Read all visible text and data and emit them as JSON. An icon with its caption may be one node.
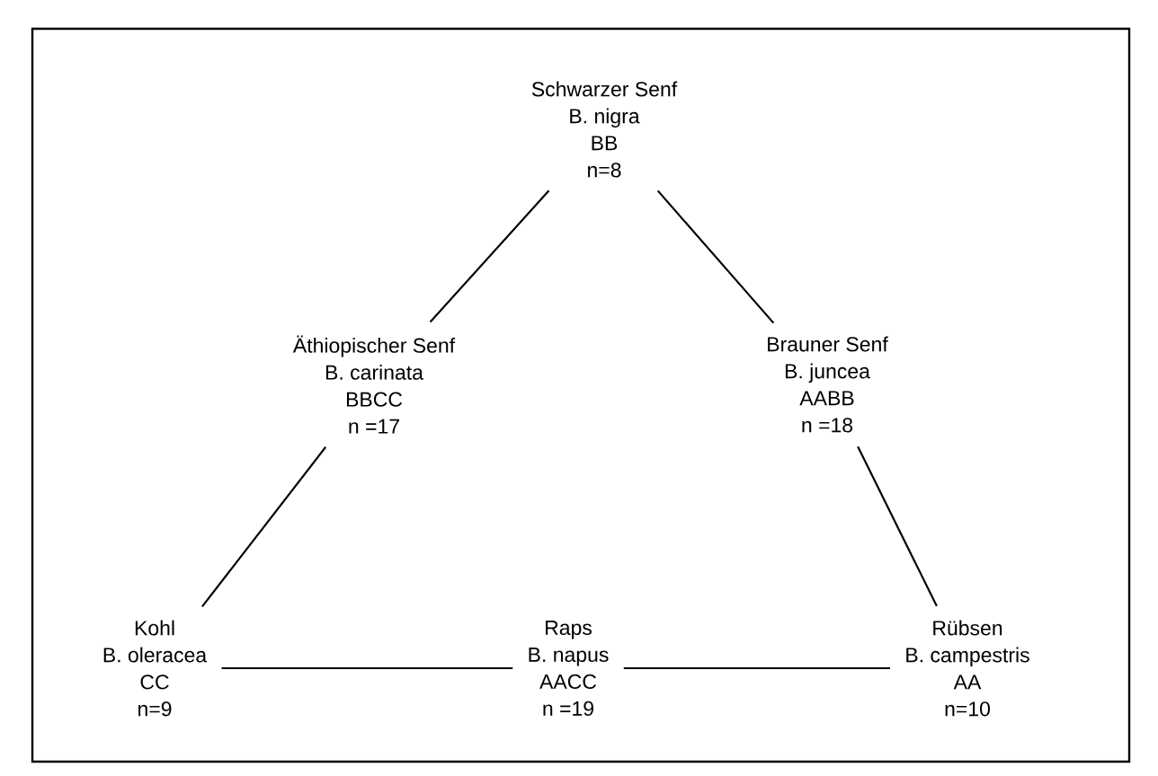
{
  "diagram": {
    "nodes": [
      {
        "text": [
          "Schwarzer Senf",
          "B. nigra",
          "BB",
          "n=8"
        ]
      },
      {
        "text": [
          "Äthiopischer Senf",
          "B. carinata",
          "BBCC",
          "n =17"
        ]
      },
      {
        "text": [
          "Brauner Senf",
          "B. juncea",
          "AABB",
          "n =18"
        ]
      },
      {
        "text": [
          "Kohl",
          "B. oleracea",
          "CC",
          "n=9"
        ]
      },
      {
        "text": [
          "Raps",
          "B. napus",
          "AACC",
          "n =19"
        ]
      },
      {
        "text": [
          "Rübsen",
          "B. campestris",
          "AA",
          "n=10"
        ]
      }
    ],
    "edges": [
      {
        "from": 0,
        "to": 1,
        "arrow": "none"
      },
      {
        "from": 0,
        "to": 2,
        "arrow": "none"
      },
      {
        "from": 1,
        "to": 3,
        "arrow": "none"
      },
      {
        "from": 2,
        "to": 5,
        "arrow": "none"
      },
      {
        "from": 3,
        "to": 4,
        "arrow": "none"
      },
      {
        "from": 4,
        "to": 5,
        "arrow": "none"
      }
    ]
  }
}
